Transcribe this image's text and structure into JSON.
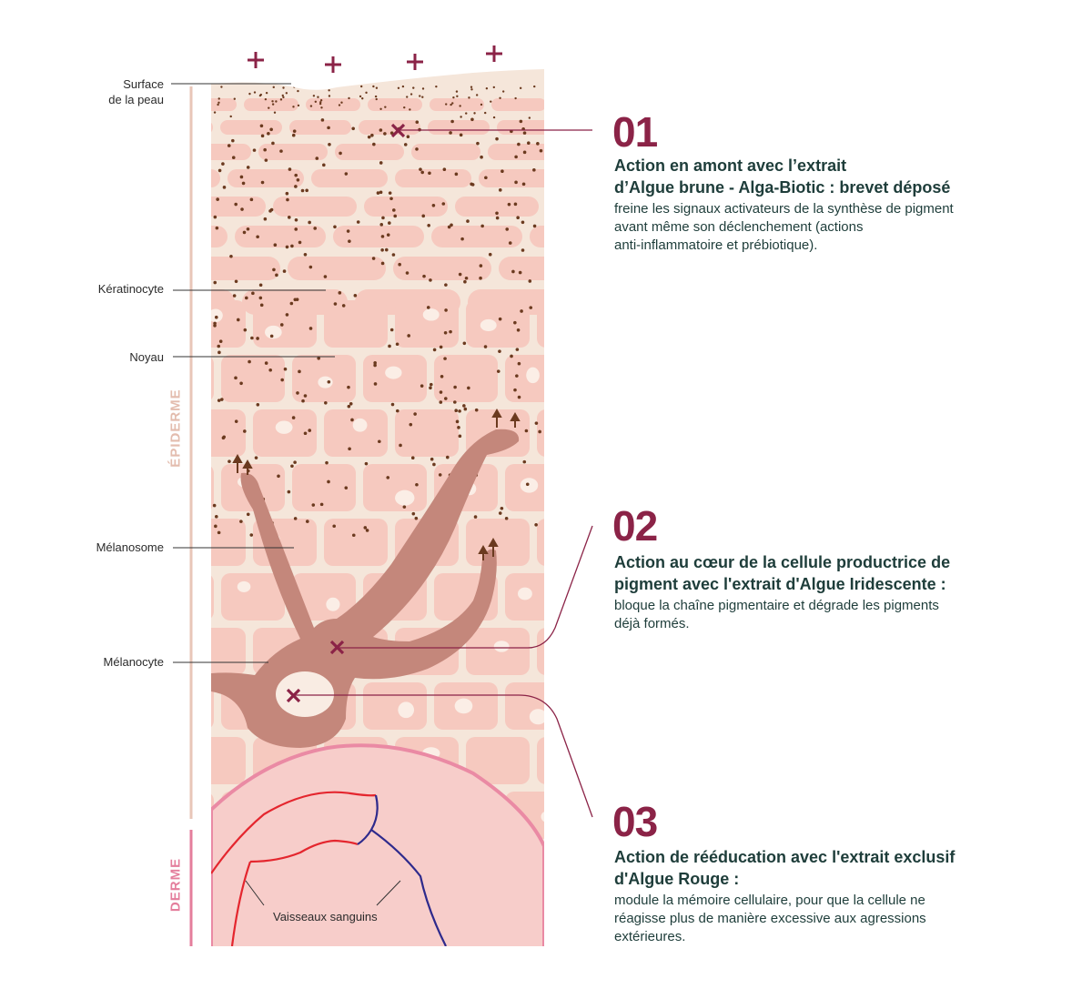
{
  "labels": {
    "surface_line1": "Surface",
    "surface_line2": "de la peau",
    "keratinocyte": "Kératinocyte",
    "noyau": "Noyau",
    "melanosome": "Mélanosome",
    "melanocyte": "Mélanocyte",
    "vaisseaux": "Vaisseaux sanguins",
    "epiderme": "ÉPIDERME",
    "derme": "DERME"
  },
  "steps": [
    {
      "number": "01",
      "title_line1": "Action en amont avec l’extrait",
      "title_line2": "d’Algue brune - Alga-Biotic : brevet déposé",
      "desc_line1": "freine les signaux activateurs de la synthèse de pigment",
      "desc_line2": "avant même son déclenchement (actions",
      "desc_line3": "anti-inflammatoire et prébiotique)."
    },
    {
      "number": "02",
      "title_line1": "Action au cœur de la cellule productrice de",
      "title_line2": "pigment avec l'extrait d'Algue Iridescente :",
      "desc_line1": "bloque la chaîne pigmentaire et dégrade les pigments",
      "desc_line2": "déjà formés."
    },
    {
      "number": "03",
      "title_line1": "Action de rééducation avec l'extrait exclusif",
      "title_line2": "d'Algue Rouge :",
      "desc_line1": "module la mémoire cellulaire, pour que la cellule ne",
      "desc_line2": "réagisse plus de manière excessive aux agressions",
      "desc_line3": "extérieures."
    }
  ],
  "colors": {
    "accent": "#8b2347",
    "text_dark": "#1e3d3a",
    "skin_base": "#f5e6da",
    "cell": "#f6c9bf",
    "melanocyte": "#c4877b",
    "melanin_dot": "#6b3a1f",
    "dermis": "#f7cdca",
    "dermis_border": "#ea8aa4",
    "artery": "#e4262e",
    "vein": "#2e2a8c",
    "epiderme_bar": "#e8c6b8",
    "derme_bar": "#e47e9c"
  },
  "icons": [
    "plus-icon",
    "cross-mark-icon",
    "arrow-up-icon"
  ]
}
